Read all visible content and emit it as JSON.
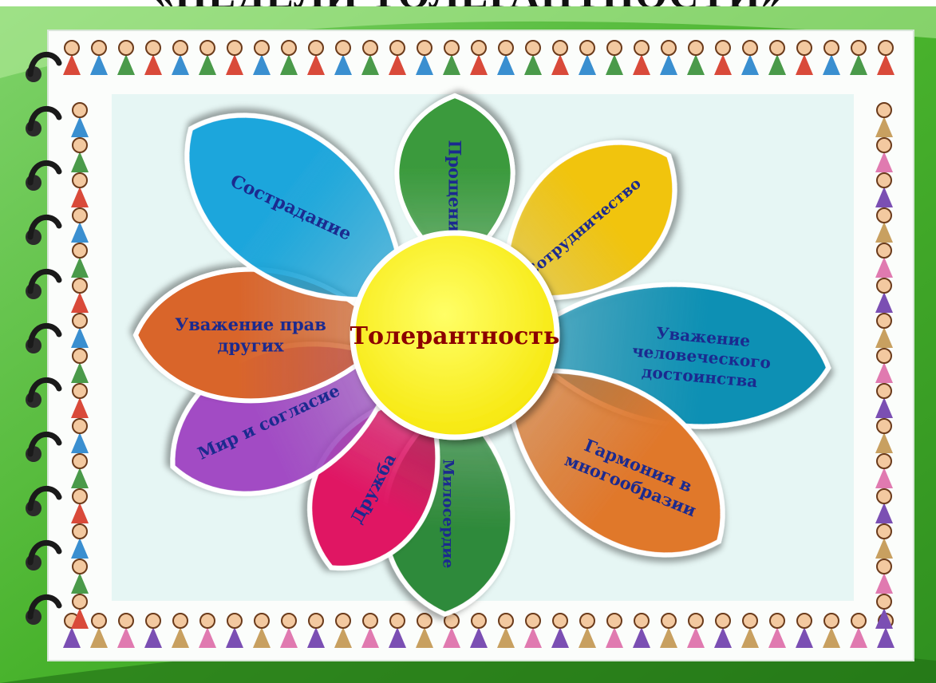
{
  "title_partial": "«НЕДЕЛИ ТОЛЕРАНТНОСТИ»",
  "center_label": "Толерантность",
  "petals": [
    {
      "label_lines": [
        "Прощение"
      ],
      "color": "#3a9a3c"
    },
    {
      "label_lines": [
        "Сотрудничество"
      ],
      "color": "#f1c40f"
    },
    {
      "label_lines": [
        "Уважение",
        "человеческого",
        "достоинства"
      ],
      "color": "#0e90b4"
    },
    {
      "label_lines": [
        "Гармония в",
        "многообразии"
      ],
      "color": "#e0782c"
    },
    {
      "label_lines": [
        "Милосердие"
      ],
      "color": "#2f8a3a"
    },
    {
      "label_lines": [
        "Дружба"
      ],
      "color": "#e01464"
    },
    {
      "label_lines": [
        "Мир и согласие"
      ],
      "color": "#a24cc4"
    },
    {
      "label_lines": [
        "Уважение прав",
        "других"
      ],
      "color": "#d9652c"
    },
    {
      "label_lines": [
        "Сострадание"
      ],
      "color": "#1aa6dc"
    }
  ],
  "colors": {
    "background_green": "#4ab52e",
    "panel": "#e6f6f4",
    "border_paper": "#ffffff",
    "center_fill": "#fff200",
    "center_text": "#8b0000",
    "petal_text": "#1b2a8f"
  }
}
